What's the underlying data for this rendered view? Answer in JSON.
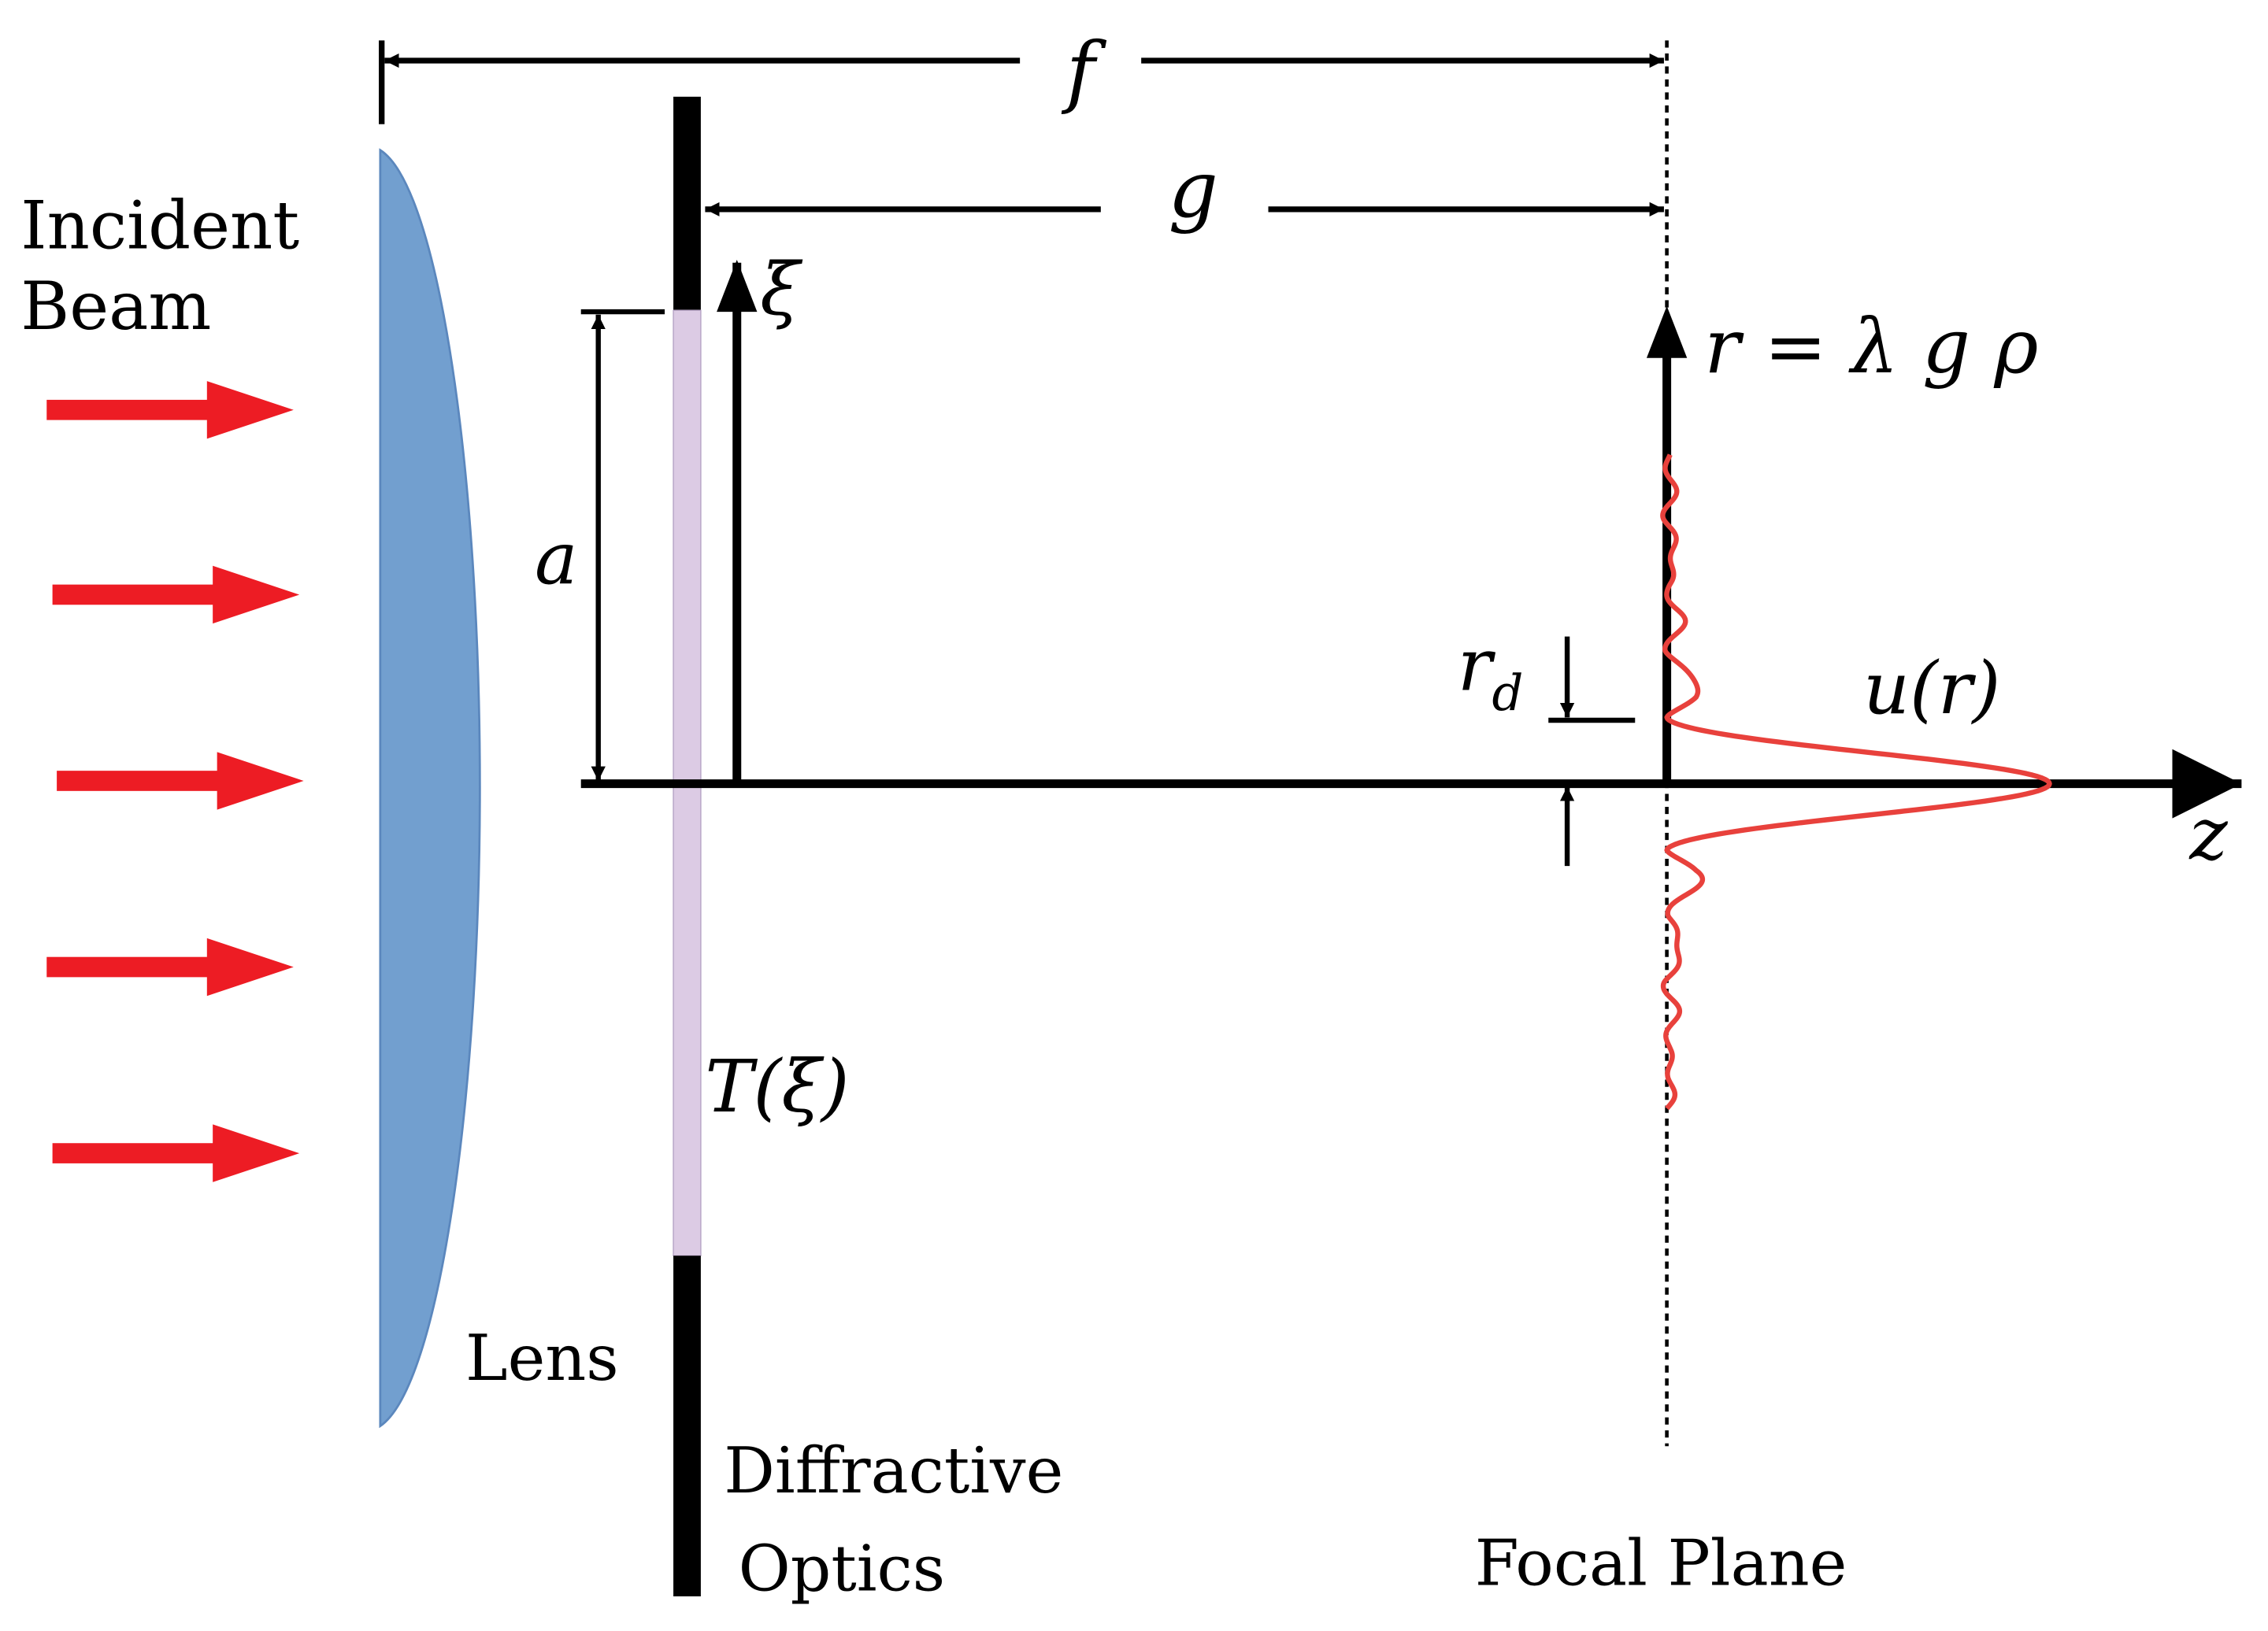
{
  "labels": {
    "incident_line1": "Incident",
    "incident_line2": "Beam",
    "lens": "Lens",
    "optics_line1": "Diffractive",
    "optics_line2": "Optics",
    "focal_plane": "Focal Plane",
    "f": "f",
    "g": "g",
    "xi": "ξ",
    "a": "a",
    "T_xi": "T(ξ)",
    "r_formula": "r = λ g ρ",
    "r_d_base": "r",
    "r_d_sub": "d",
    "u_r": "u(r)",
    "z": "z"
  },
  "colors": {
    "beam_arrows": "#ed1c24",
    "lens_fill": "#729fcf",
    "lens_stroke": "#5b87bd",
    "optic_aperture": "#dccbe4",
    "profile_curve": "#e8413c",
    "ink": "#000000"
  },
  "icons": {
    "incident_arrows": "right-arrow-icon",
    "dimension_arrows": "arrowhead-icon"
  },
  "profile": {
    "shape": "sinc-squared",
    "description_visible": false
  }
}
